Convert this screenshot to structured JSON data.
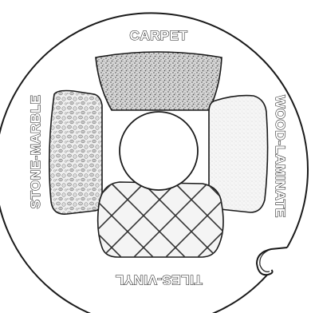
{
  "disc": {
    "labels": {
      "top": "CARPET",
      "right": "WOOD-LAMINATE",
      "bottom": "TILES-VINYL",
      "left": "STONE-MARBLE"
    },
    "swatches": [
      {
        "name": "carpet",
        "texture": "fine-speckle"
      },
      {
        "name": "wood-laminate",
        "texture": "light-grain"
      },
      {
        "name": "tiles-vinyl",
        "texture": "diagonal-lattice"
      },
      {
        "name": "stone-marble",
        "texture": "pebble"
      }
    ]
  }
}
